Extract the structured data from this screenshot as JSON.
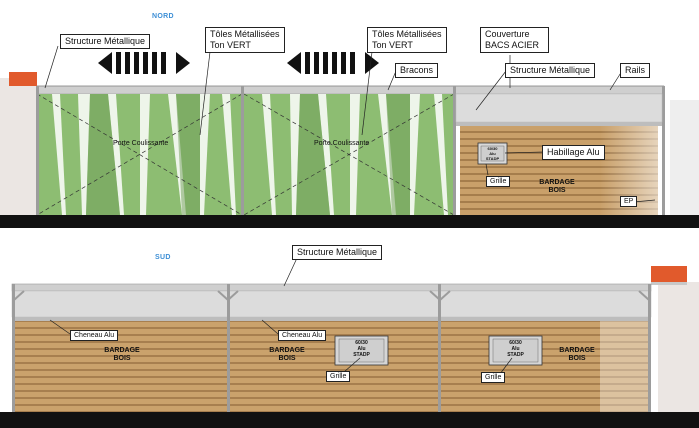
{
  "titles": {
    "north": "NORD",
    "south": "SUD"
  },
  "labels": {
    "structure_metallique": "Structure Métallique",
    "toles_line1": "Tôles Métallisées",
    "toles_line2": "Ton VERT",
    "couverture_line1": "Couverture",
    "couverture_line2": "BACS ACIER",
    "bracons": "Bracons",
    "rails": "Rails",
    "habillage_alu": "Habillage Alu",
    "grille": "Grille",
    "ep": "EP",
    "cheneau_alu": "Cheneau Alu",
    "porte_coulissante": "Porte Coulissante",
    "bardage_line1": "BARDAGE",
    "bardage_line2": "BOIS"
  },
  "grille_plate": {
    "line1": "60/30",
    "line2": "Alu",
    "line3": "STADP"
  },
  "colors": {
    "green_panel": "#8dbd72",
    "wood": "#c9a06a",
    "roof_grey": "#dcdcdc",
    "ground": "#111111",
    "brick": "#e15a2c",
    "title_blue": "#3d8fd6"
  }
}
